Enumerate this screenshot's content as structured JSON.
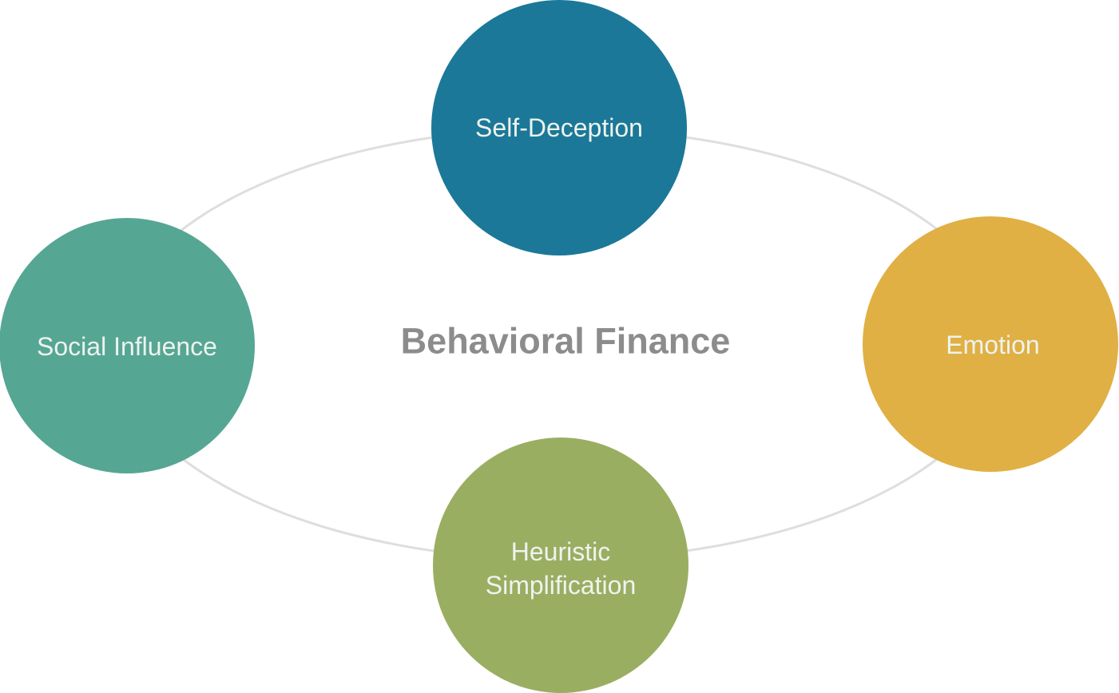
{
  "diagram": {
    "center_title": "Behavioral Finance",
    "nodes": [
      {
        "id": "self-deception",
        "lines": [
          "Self-Deception"
        ],
        "color": "#1b7898"
      },
      {
        "id": "emotion",
        "lines": [
          "Emotion"
        ],
        "color": "#e0b044"
      },
      {
        "id": "heuristic-simplification",
        "lines": [
          "Heuristic",
          "Simplification"
        ],
        "color": "#9aae62"
      },
      {
        "id": "social-influence",
        "lines": [
          "Social Influence"
        ],
        "color": "#56a694"
      }
    ],
    "ring_color": "#dedede",
    "label_color": "#eef3ee",
    "title_color": "#8c8c8c"
  }
}
